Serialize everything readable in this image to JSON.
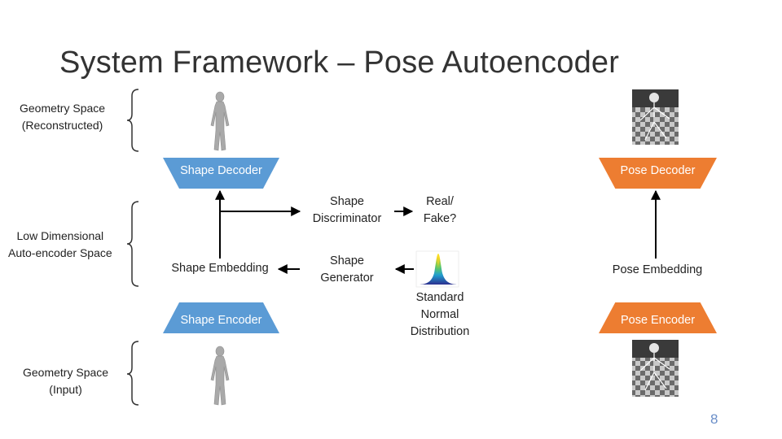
{
  "title": "System Framework – Pose Autoencoder",
  "space_labels": {
    "geometry_reconstructed": [
      "Geometry Space",
      "(Reconstructed)"
    ],
    "low_dimensional": [
      "Low Dimensional",
      "Auto-encoder Space"
    ],
    "geometry_input": [
      "Geometry Space",
      "(Input)"
    ]
  },
  "blocks": {
    "shape_decoder": "Shape Decoder",
    "shape_encoder": "Shape Encoder",
    "pose_decoder": "Pose Decoder",
    "pose_encoder": "Pose Encoder"
  },
  "nodes": {
    "shape_embedding": "Shape Embedding",
    "pose_embedding": "Pose Embedding",
    "shape_discriminator": [
      "Shape",
      "Discriminator"
    ],
    "shape_generator": [
      "Shape",
      "Generator"
    ],
    "real_fake": [
      "Real/",
      "Fake?"
    ],
    "standard_normal": [
      "Standard",
      "Normal",
      "Distribution"
    ]
  },
  "page_number": "8",
  "colors": {
    "encoder_decoder_blue": "#5b9bd5",
    "pose_orange": "#ed7d31",
    "page_number": "#6a8ec8"
  }
}
